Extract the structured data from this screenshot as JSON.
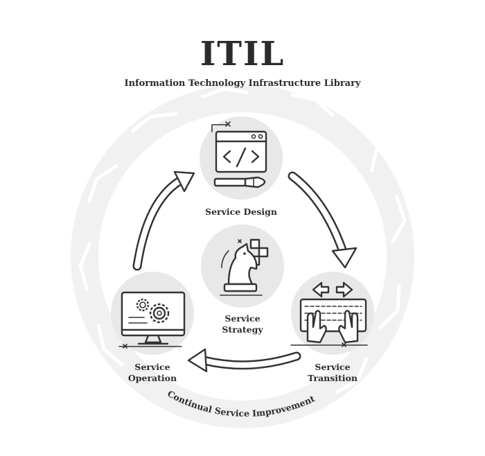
{
  "header": {
    "title": "ITIL",
    "subtitle": "Information Technology Infrastructure Library"
  },
  "stages": {
    "design": {
      "line1": "Service Design",
      "icon": "code-window-icon"
    },
    "transition": {
      "line1": "Service",
      "line2": "Transition",
      "icon": "keyboard-hands-icon"
    },
    "operation": {
      "line1": "Service",
      "line2": "Operation",
      "icon": "monitor-gears-icon"
    },
    "strategy": {
      "line1": "Service",
      "line2": "Strategy",
      "icon": "chess-knight-icon"
    }
  },
  "outer_ring": {
    "label": "Continual Service Improvement"
  },
  "colors": {
    "ink": "#333333",
    "circle_fill": "#e8e8e8",
    "ring_fill": "#f1f1f1",
    "background": "#ffffff"
  }
}
